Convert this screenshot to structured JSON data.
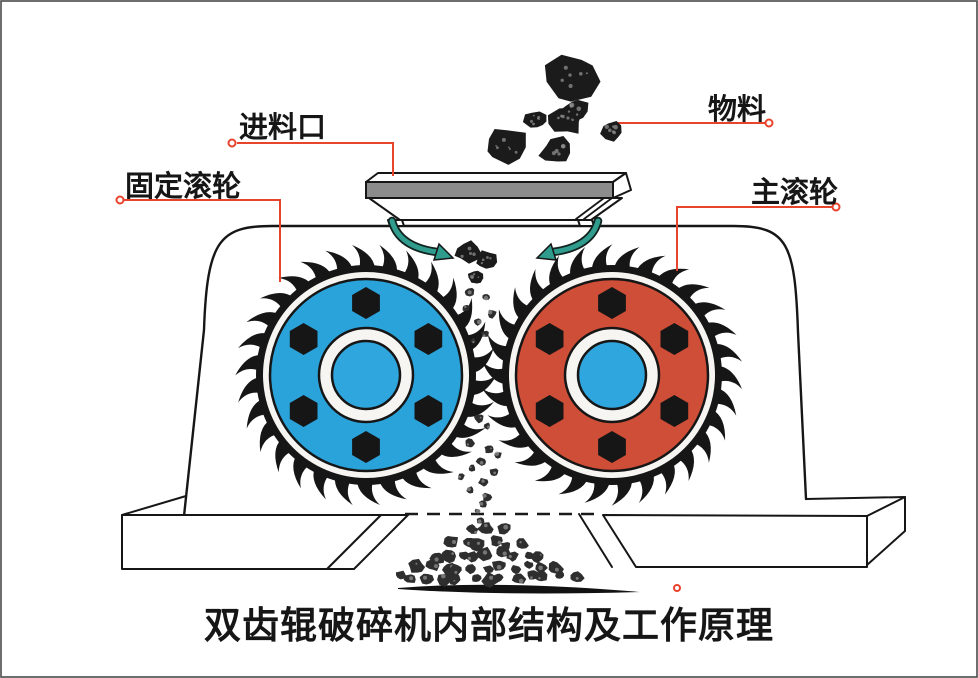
{
  "title": "双齿辊破碎机内部结构及工作原理",
  "labels": {
    "feed_inlet": "进料口",
    "material": "物料",
    "fixed_roller": "固定滚轮",
    "main_roller": "主滚轮"
  },
  "colors": {
    "ink": "#161616",
    "background": "#ffffff",
    "paper": "#f7f5f2",
    "fixed_roller": "#2aa3db",
    "main_roller": "#cf4e37",
    "hub_center": "#2fa7de",
    "arrow": "#2f9c8d",
    "leader_line": "#e8432c",
    "hopper_plate": "#8c8c8c",
    "rock_dark": "#1b1b1b",
    "rock_mid": "#2e2e2e",
    "speckle": "#8f8f8f"
  }
}
